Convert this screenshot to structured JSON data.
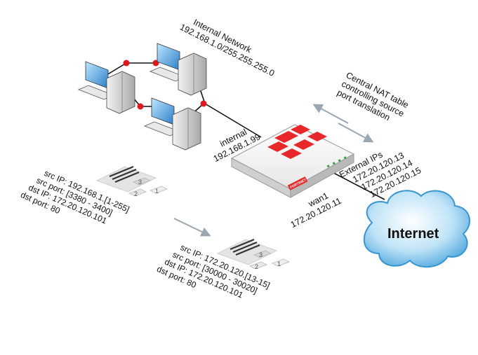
{
  "internal_network": {
    "title": "Internal Network",
    "subnet": "192.168.1.0/255.255.255.0"
  },
  "firewall": {
    "brand": "FORTINET",
    "internal_label": "internal",
    "internal_ip": "192.168.1.99",
    "wan_label": "wan1",
    "wan_ip": "172.20.120.11"
  },
  "central_nat_note": [
    "Central NAT table",
    "controlling source",
    "port translation"
  ],
  "external_ips": {
    "title": "External IPs",
    "ips": [
      "172.20.120.13",
      "172.20.120.14",
      "172.20.120.15"
    ]
  },
  "internet": {
    "label": "Internet"
  },
  "packet_before": {
    "numbers": [
      "3",
      "2",
      "1"
    ],
    "lines": [
      "src IP: 192.168.1.[1-255]",
      "src port: [3380 - 3400]",
      "dst IP: 172.20.120.101",
      "dst port: 80"
    ]
  },
  "packet_after": {
    "numbers": [
      "3",
      "2",
      "1"
    ],
    "lines": [
      "src IP: 172.20.120.[13-15]",
      "src port: [30000 - 30020]",
      "dst IP: 172.20.120.101",
      "dst port: 80"
    ]
  },
  "colors": {
    "link_dot": "#e0191e",
    "brand_red": "#e8272a",
    "cloud_blue": "#4aa8e0",
    "arrow_gray": "#9aa7b0",
    "server_gray": "#d8d8d8"
  }
}
